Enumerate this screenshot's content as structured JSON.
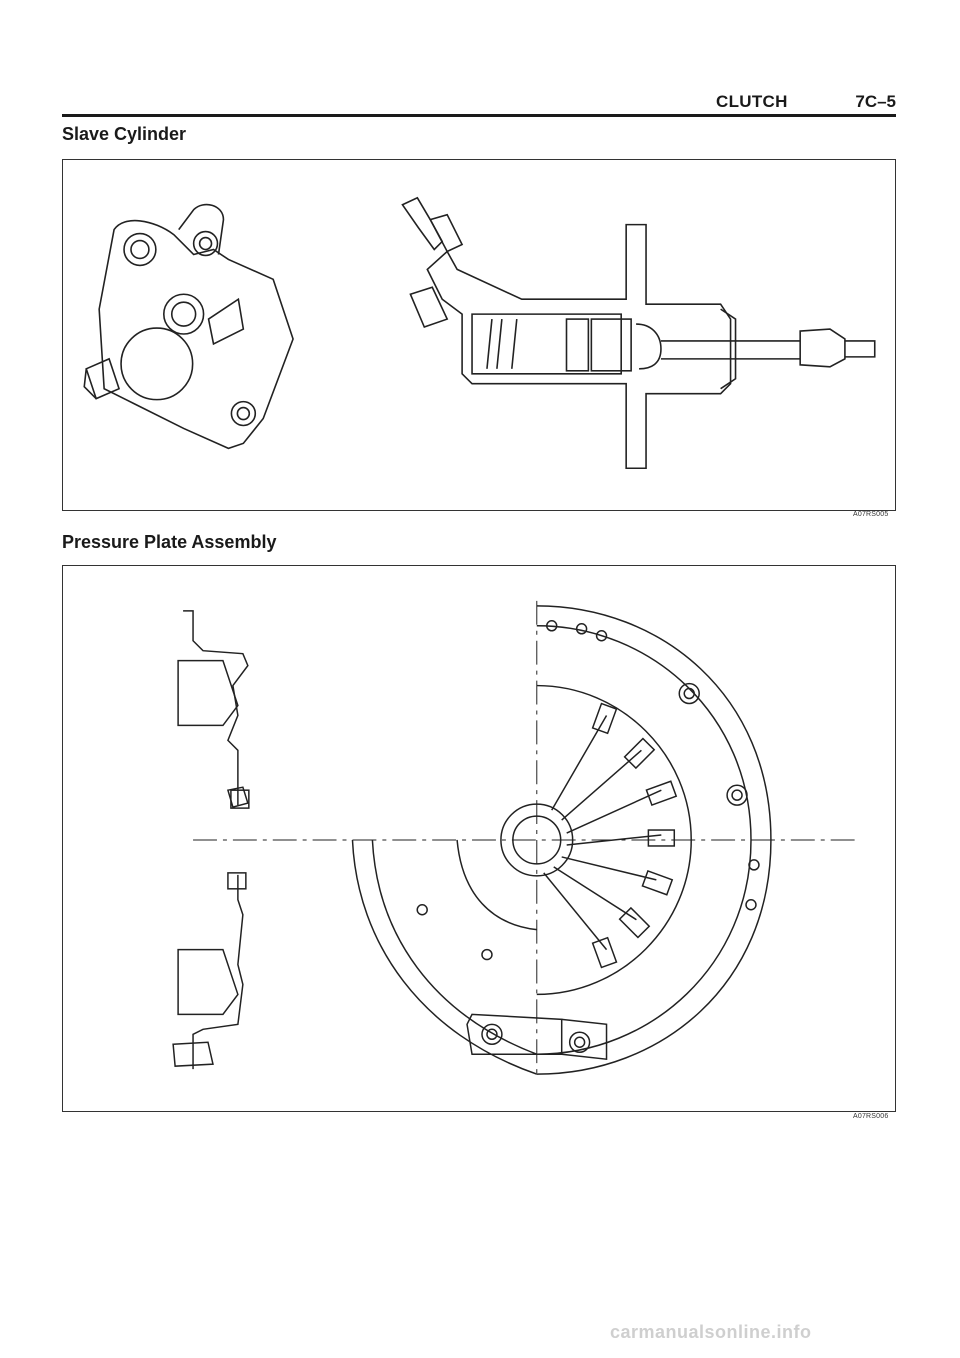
{
  "header": {
    "section": "CLUTCH",
    "page": "7C–5"
  },
  "sections": [
    {
      "title": "Slave Cylinder",
      "figure_code": "A07RS005"
    },
    {
      "title": "Pressure Plate Assembly",
      "figure_code": "A07RS006"
    }
  ],
  "footer": {
    "watermark": "carmanualsonline.info"
  }
}
